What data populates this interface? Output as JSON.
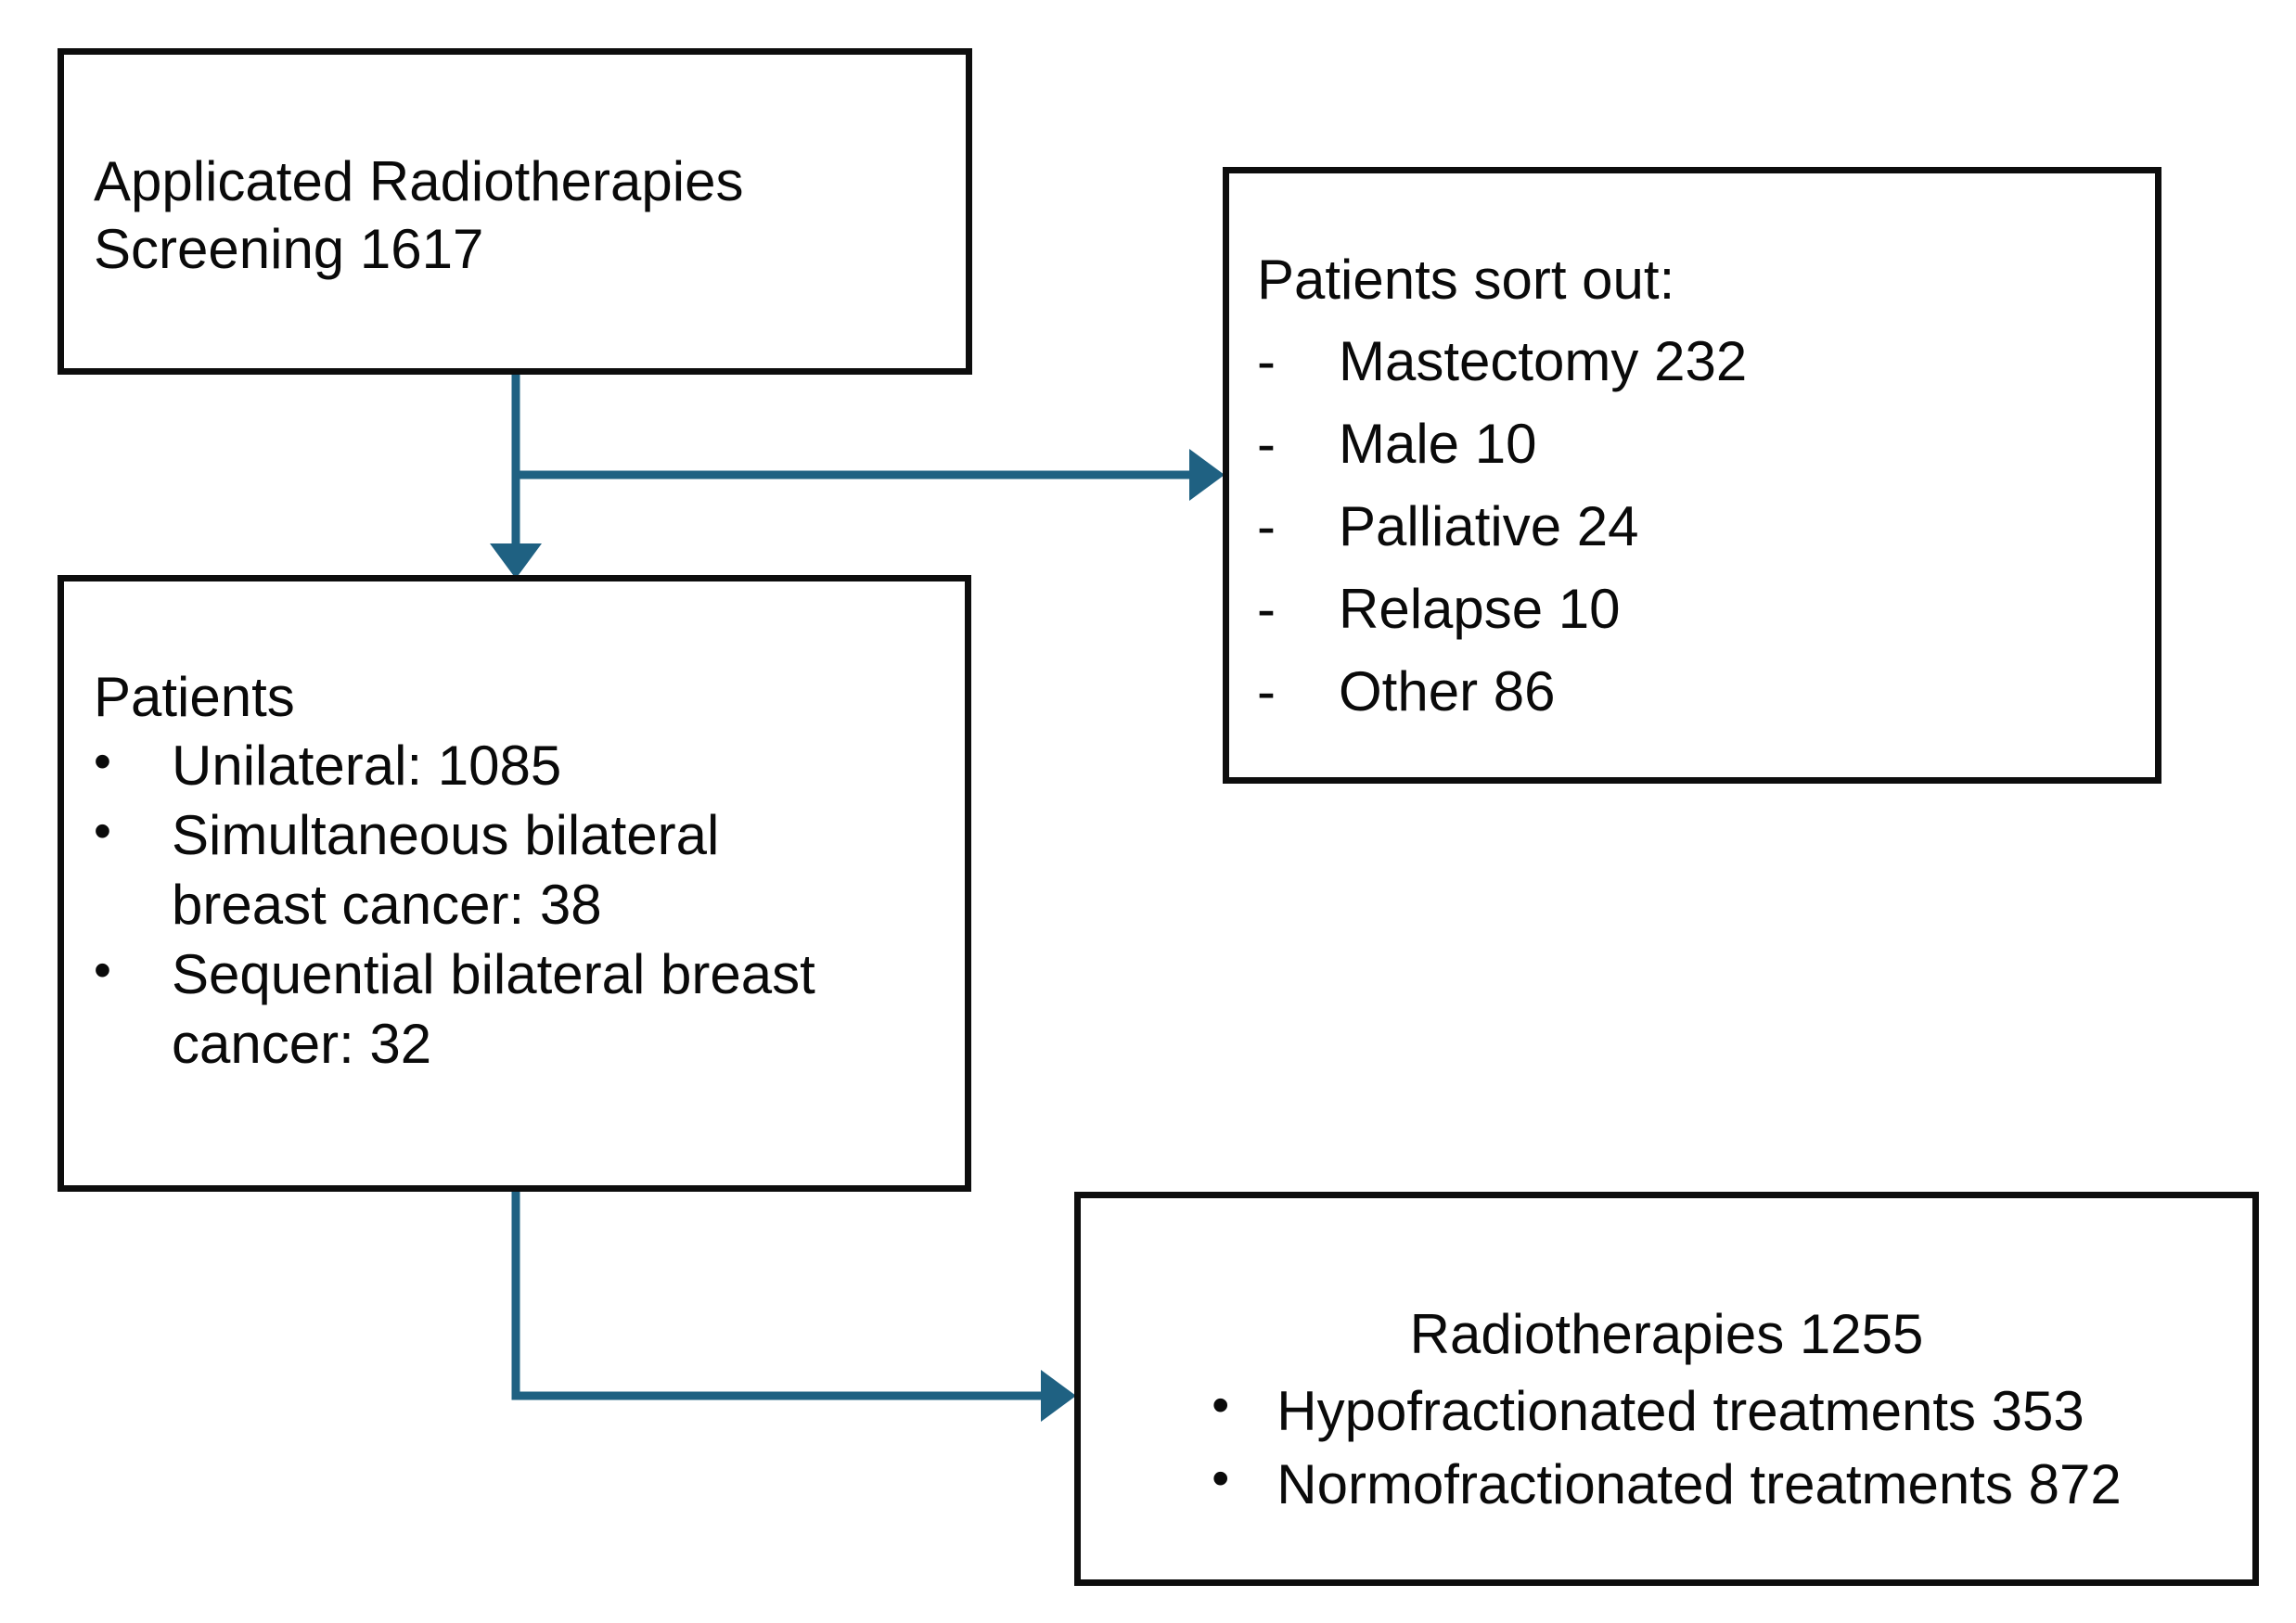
{
  "diagram": {
    "type": "flowchart",
    "accent_color": "#1F6182",
    "box_border_color": "#0D0D0D",
    "text_color": "#0A0A0A",
    "background_color": "#FFFFFF"
  },
  "nodes": {
    "screening": {
      "line1": "Applicated Radiotherapies",
      "line2": "Screening 1617"
    },
    "patients": {
      "heading": "Patients",
      "bullet_mark": "•",
      "items": [
        "Unilateral: 1085",
        "Simultaneous bilateral breast cancer: 38",
        "Sequential bilateral breast cancer: 32"
      ],
      "item_lines": [
        [
          "Unilateral: 1085"
        ],
        [
          "Simultaneous bilateral",
          "breast cancer: 38"
        ],
        [
          "Sequential bilateral breast",
          "cancer: 32"
        ]
      ]
    },
    "sort_out": {
      "heading": "Patients sort out:",
      "bullet_mark": "-",
      "items": [
        "Mastectomy 232",
        "Male 10",
        "Palliative 24",
        "Relapse 10",
        "Other 86"
      ]
    },
    "radiotherapies": {
      "heading": "Radiotherapies 1255",
      "bullet_mark": "•",
      "items": [
        "Hypofractionated treatments 353",
        "Normofractionated treatments 872"
      ]
    }
  },
  "connectors": [
    {
      "name": "screening-to-patients",
      "direction": "down",
      "arrowhead": true
    },
    {
      "name": "screening-to-sort-out",
      "direction": "right",
      "arrowhead": true
    },
    {
      "name": "patients-to-radiotherapies",
      "direction": "right",
      "arrowhead": true
    }
  ]
}
